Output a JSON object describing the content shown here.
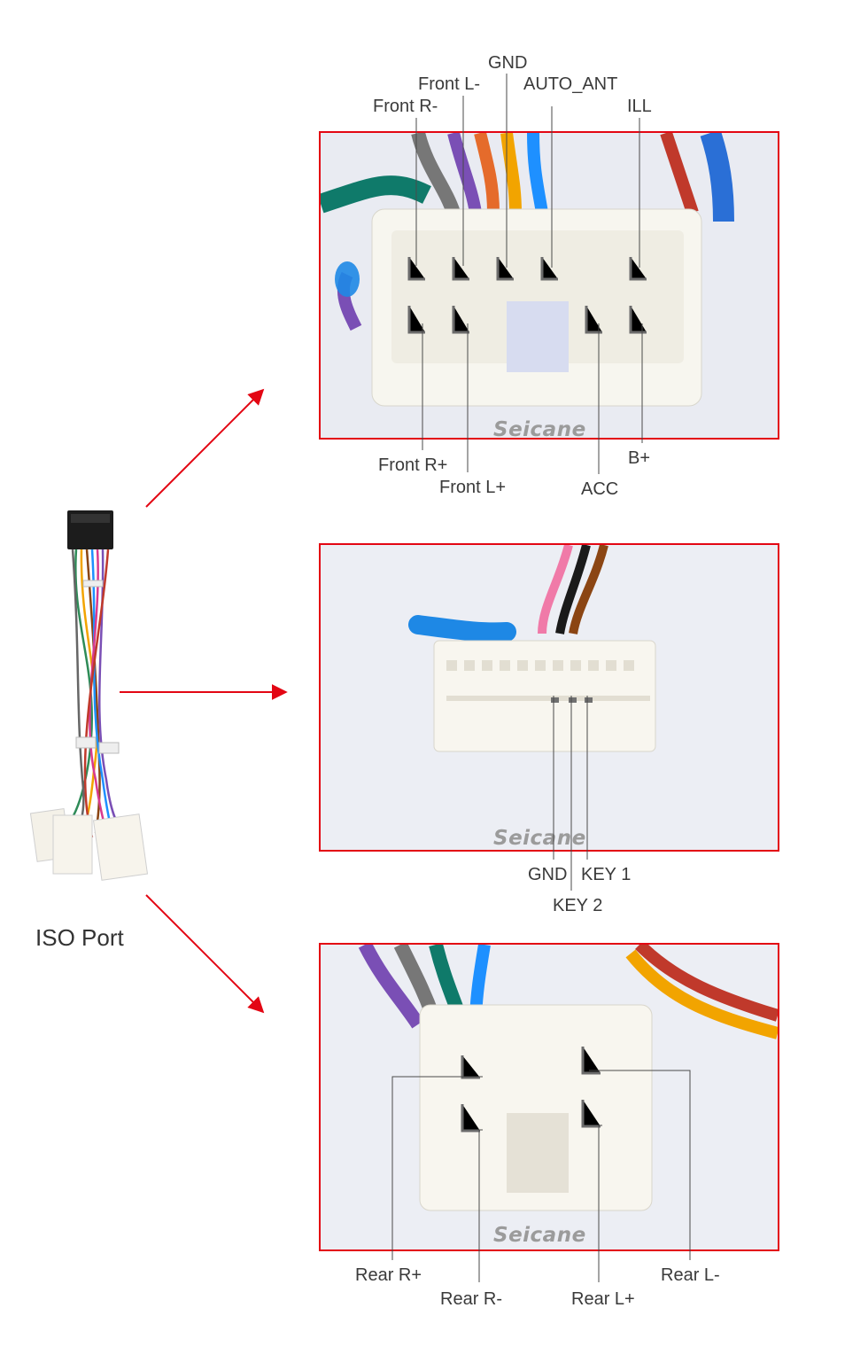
{
  "source_label": "ISO Port",
  "watermark": "Seicane",
  "accent_color": "#e30613",
  "panels": [
    {
      "id": "connector-1",
      "top_labels": [
        "GND",
        "Front L-",
        "AUTO_ANT",
        "Front R-",
        "ILL"
      ],
      "bottom_labels": [
        "Front R+",
        "Front L+",
        "ACC",
        "B+"
      ]
    },
    {
      "id": "connector-2",
      "bottom_labels": [
        "GND",
        "KEY 1",
        "KEY 2"
      ]
    },
    {
      "id": "connector-3",
      "bottom_labels": [
        "Rear R+",
        "Rear L-",
        "Rear R-",
        "Rear L+"
      ]
    }
  ]
}
